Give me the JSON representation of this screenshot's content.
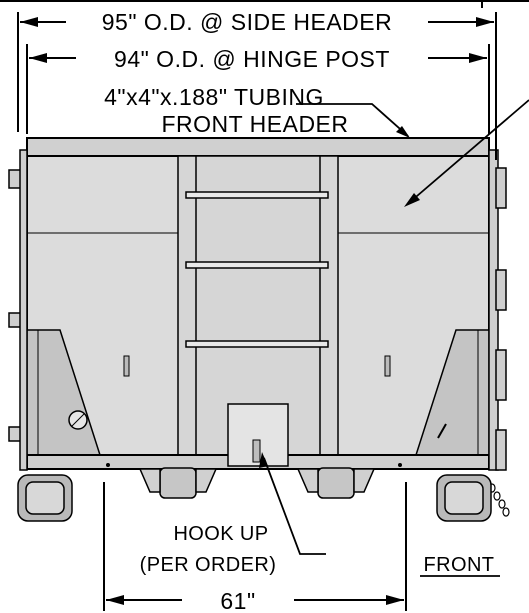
{
  "dimensions": {
    "side_header": "95\" O.D. @ SIDE HEADER",
    "hinge_post": "94\" O.D. @ HINGE POST",
    "bottom_width": "61\""
  },
  "callouts": {
    "tubing_line1": "4\"x4\"x.188\" TUBING",
    "tubing_line2": "FRONT HEADER",
    "hook_line1": "HOOK UP",
    "hook_line2": "(PER ORDER)",
    "front_label": "FRONT"
  },
  "colors": {
    "line": "#000000",
    "panel": "#dcdcdc",
    "panel_dark": "#c4c4c4",
    "background": "#ffffff"
  }
}
